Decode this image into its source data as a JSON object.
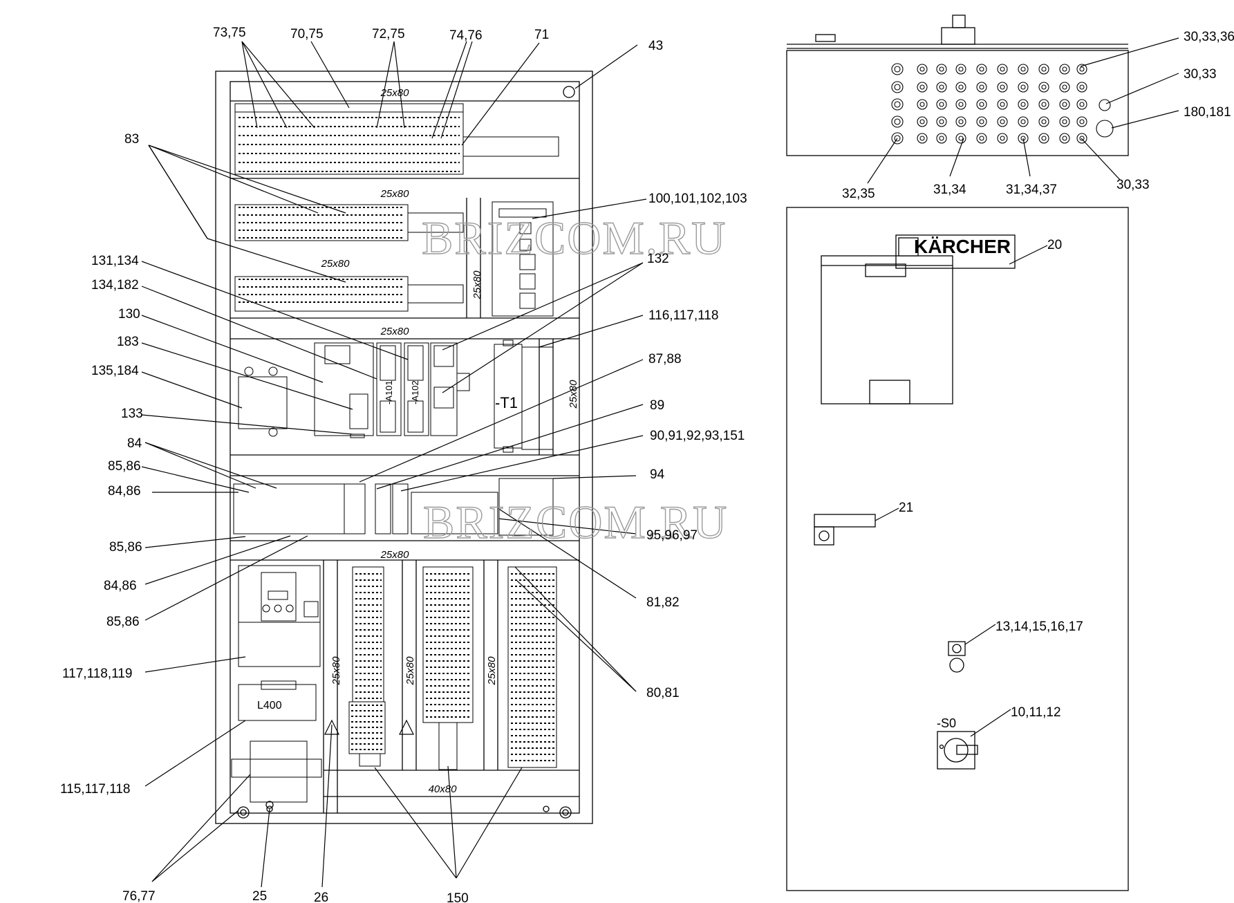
{
  "title": "",
  "watermark": "BRIZCOM.RU",
  "brand": "KÄRCHER",
  "panel_labels": {
    "din_rail": "25x80",
    "din_rail_vertical": "25x80",
    "base_rail": "40x80",
    "a101": "-A101",
    "a102": "-A102",
    "t1": "-T1",
    "l400": "L400",
    "s0": "-S0"
  },
  "callouts": [
    {
      "id": "c1",
      "text": "73,75"
    },
    {
      "id": "c2",
      "text": "70,75"
    },
    {
      "id": "c3",
      "text": "72,75"
    },
    {
      "id": "c4",
      "text": "74,76"
    },
    {
      "id": "c5",
      "text": "71"
    },
    {
      "id": "c6",
      "text": "43"
    },
    {
      "id": "c7",
      "text": "83"
    },
    {
      "id": "c8",
      "text": "100,101,102,103"
    },
    {
      "id": "c9",
      "text": "131,134"
    },
    {
      "id": "c10",
      "text": "132"
    },
    {
      "id": "c11",
      "text": "134,182"
    },
    {
      "id": "c12",
      "text": "130"
    },
    {
      "id": "c13",
      "text": "116,117,118"
    },
    {
      "id": "c14",
      "text": "183"
    },
    {
      "id": "c15",
      "text": "87,88"
    },
    {
      "id": "c16",
      "text": "135,184"
    },
    {
      "id": "c17",
      "text": "89"
    },
    {
      "id": "c18",
      "text": "133"
    },
    {
      "id": "c19",
      "text": "90,91,92,93,151"
    },
    {
      "id": "c20",
      "text": "84"
    },
    {
      "id": "c21",
      "text": "85,86"
    },
    {
      "id": "c22",
      "text": "94"
    },
    {
      "id": "c23",
      "text": "84,86"
    },
    {
      "id": "c24",
      "text": "95,96,97"
    },
    {
      "id": "c25",
      "text": "85,86"
    },
    {
      "id": "c26",
      "text": "84,86"
    },
    {
      "id": "c27",
      "text": "81,82"
    },
    {
      "id": "c28",
      "text": "85,86"
    },
    {
      "id": "c29",
      "text": "117,118,119"
    },
    {
      "id": "c30",
      "text": "80,81"
    },
    {
      "id": "c31",
      "text": "115,117,118"
    },
    {
      "id": "c32",
      "text": "76,77"
    },
    {
      "id": "c33",
      "text": "25"
    },
    {
      "id": "c34",
      "text": "26"
    },
    {
      "id": "c35",
      "text": "150"
    },
    {
      "id": "c36",
      "text": "30,33,36"
    },
    {
      "id": "c37",
      "text": "30,33"
    },
    {
      "id": "c38",
      "text": "180,181"
    },
    {
      "id": "c39",
      "text": "32,35"
    },
    {
      "id": "c40",
      "text": "31,34"
    },
    {
      "id": "c41",
      "text": "31,34,37"
    },
    {
      "id": "c42",
      "text": "30,33"
    },
    {
      "id": "c43",
      "text": "20"
    },
    {
      "id": "c44",
      "text": "21"
    },
    {
      "id": "c45",
      "text": "13,14,15,16,17"
    },
    {
      "id": "c46",
      "text": "10,11,12"
    }
  ]
}
